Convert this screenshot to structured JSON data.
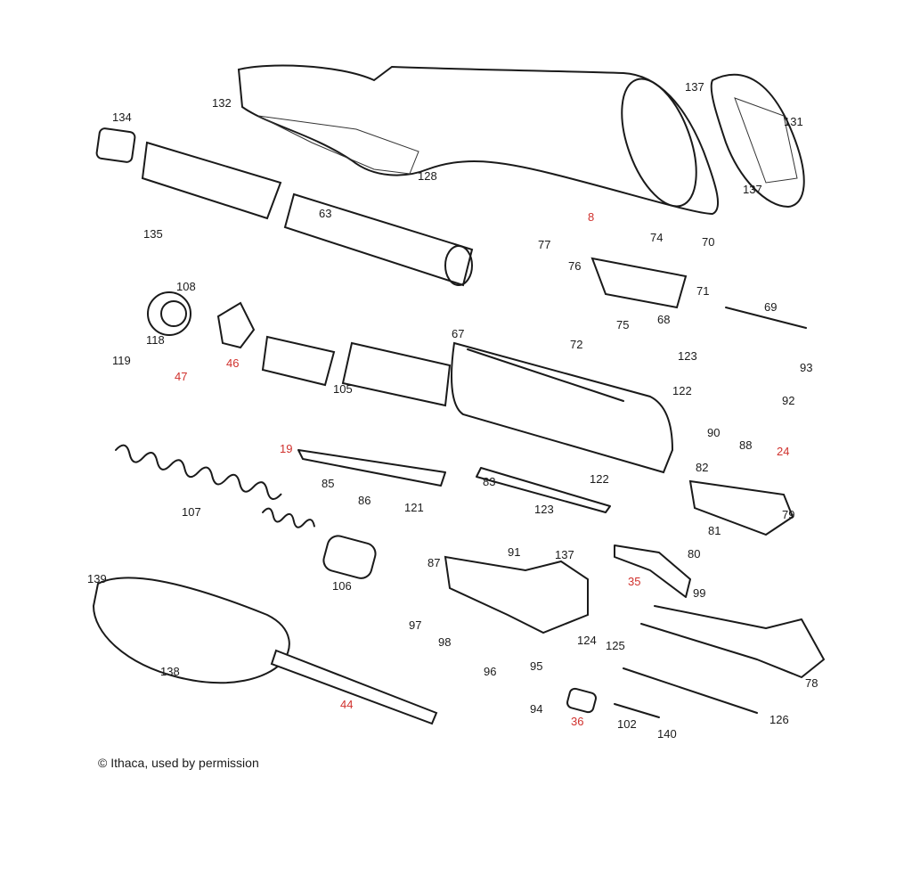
{
  "diagram": {
    "title": "Exploded parts diagram",
    "copyright": "© Ithaca, used by permission",
    "highlight_color": "#d0312d",
    "labels": [
      {
        "n": "132",
        "red": false
      },
      {
        "n": "134",
        "red": false
      },
      {
        "n": "137",
        "red": false
      },
      {
        "n": "131",
        "red": false
      },
      {
        "n": "128",
        "red": false
      },
      {
        "n": "137",
        "red": false
      },
      {
        "n": "63",
        "red": false
      },
      {
        "n": "8",
        "red": true
      },
      {
        "n": "77",
        "red": false
      },
      {
        "n": "74",
        "red": false
      },
      {
        "n": "70",
        "red": false
      },
      {
        "n": "76",
        "red": false
      },
      {
        "n": "135",
        "red": false
      },
      {
        "n": "108",
        "red": false
      },
      {
        "n": "71",
        "red": false
      },
      {
        "n": "69",
        "red": false
      },
      {
        "n": "46",
        "red": true
      },
      {
        "n": "47",
        "red": true
      },
      {
        "n": "118",
        "red": false
      },
      {
        "n": "119",
        "red": false
      },
      {
        "n": "75",
        "red": false
      },
      {
        "n": "68",
        "red": false
      },
      {
        "n": "72",
        "red": false
      },
      {
        "n": "67",
        "red": false
      },
      {
        "n": "105",
        "red": false
      },
      {
        "n": "123",
        "red": false
      },
      {
        "n": "122",
        "red": false
      },
      {
        "n": "93",
        "red": false
      },
      {
        "n": "92",
        "red": false
      },
      {
        "n": "90",
        "red": false
      },
      {
        "n": "88",
        "red": false
      },
      {
        "n": "24",
        "red": true
      },
      {
        "n": "19",
        "red": true
      },
      {
        "n": "85",
        "red": false
      },
      {
        "n": "122",
        "red": false
      },
      {
        "n": "83",
        "red": false
      },
      {
        "n": "82",
        "red": false
      },
      {
        "n": "79",
        "red": false
      },
      {
        "n": "107",
        "red": false
      },
      {
        "n": "86",
        "red": false
      },
      {
        "n": "121",
        "red": false
      },
      {
        "n": "123",
        "red": false
      },
      {
        "n": "81",
        "red": false
      },
      {
        "n": "91",
        "red": false
      },
      {
        "n": "137",
        "red": false
      },
      {
        "n": "87",
        "red": false
      },
      {
        "n": "80",
        "red": false
      },
      {
        "n": "35",
        "red": true
      },
      {
        "n": "99",
        "red": false
      },
      {
        "n": "139",
        "red": false
      },
      {
        "n": "97",
        "red": false
      },
      {
        "n": "98",
        "red": false
      },
      {
        "n": "106",
        "red": false
      },
      {
        "n": "124",
        "red": false
      },
      {
        "n": "125",
        "red": false
      },
      {
        "n": "78",
        "red": false
      },
      {
        "n": "138",
        "red": false
      },
      {
        "n": "96",
        "red": false
      },
      {
        "n": "95",
        "red": false
      },
      {
        "n": "94",
        "red": false
      },
      {
        "n": "36",
        "red": true
      },
      {
        "n": "102",
        "red": false
      },
      {
        "n": "140",
        "red": false
      },
      {
        "n": "126",
        "red": false
      },
      {
        "n": "44",
        "red": true
      }
    ]
  }
}
